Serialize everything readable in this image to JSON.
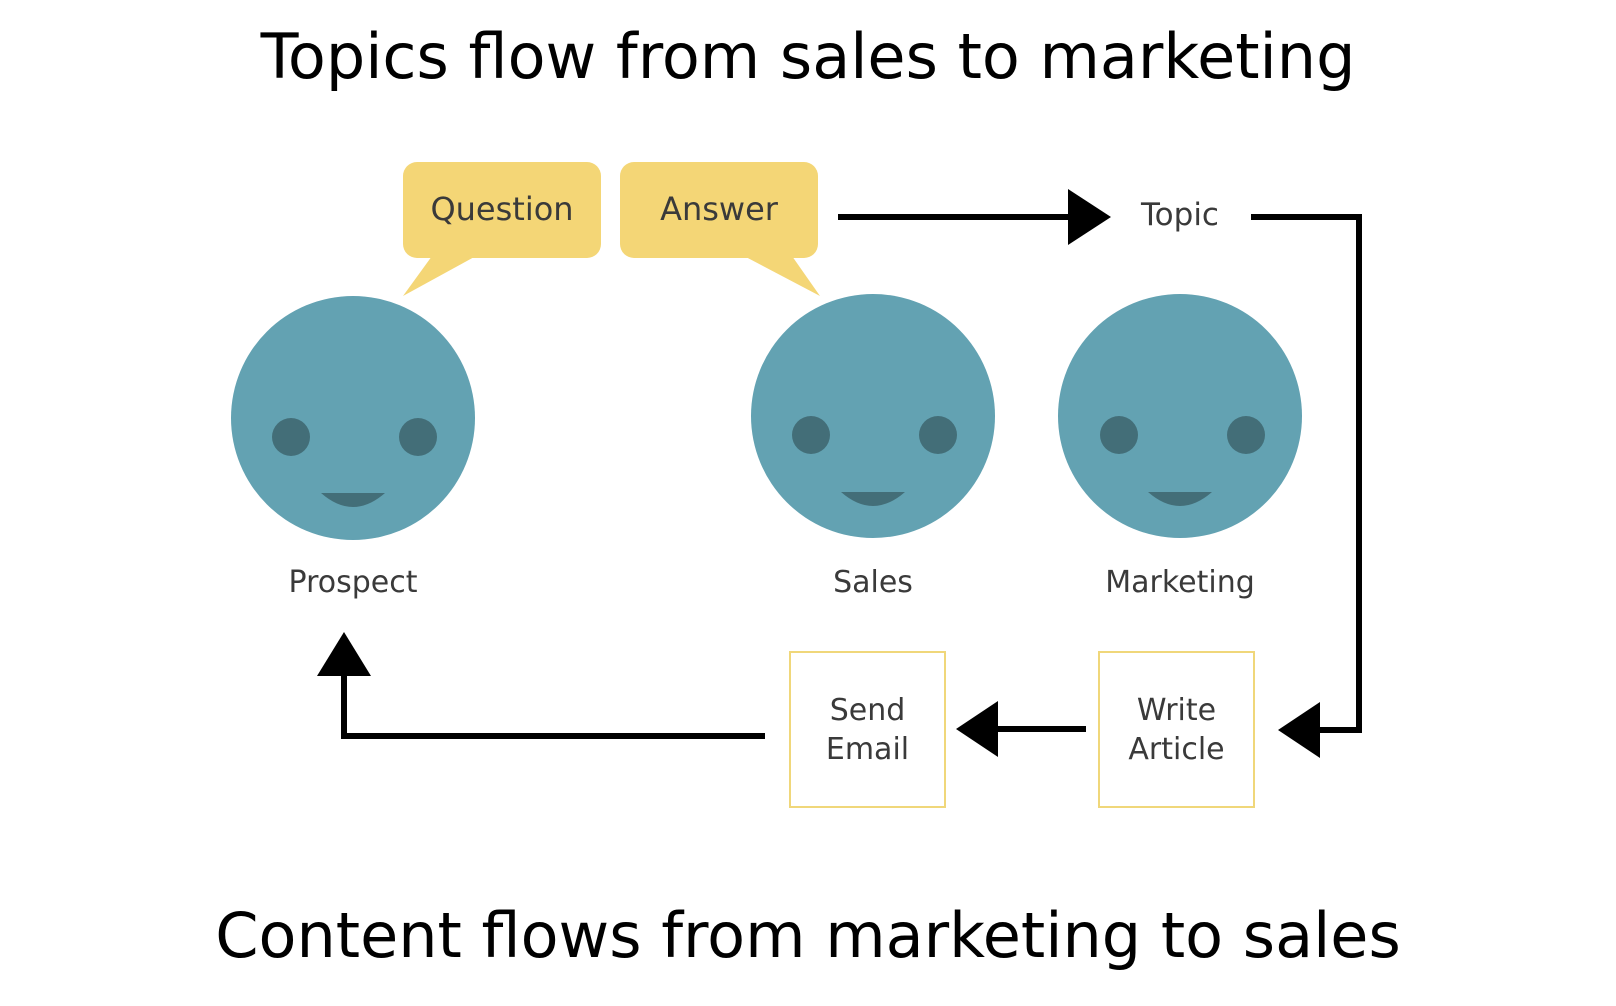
{
  "title_top": "Topics flow from sales to marketing",
  "title_bottom": "Content flows from marketing to sales",
  "bubbles": {
    "question": "Question",
    "answer": "Answer"
  },
  "topic_label": "Topic",
  "people": {
    "prospect": "Prospect",
    "sales": "Sales",
    "marketing": "Marketing"
  },
  "boxes": {
    "send_email": [
      "Send",
      "Email"
    ],
    "write_article": [
      "Write",
      "Article"
    ]
  },
  "colors": {
    "face": "#63a2b2",
    "face_feature": "#436e78",
    "bubble": "#f4d676",
    "box_border": "#f0d77a",
    "arrow": "#000000"
  }
}
